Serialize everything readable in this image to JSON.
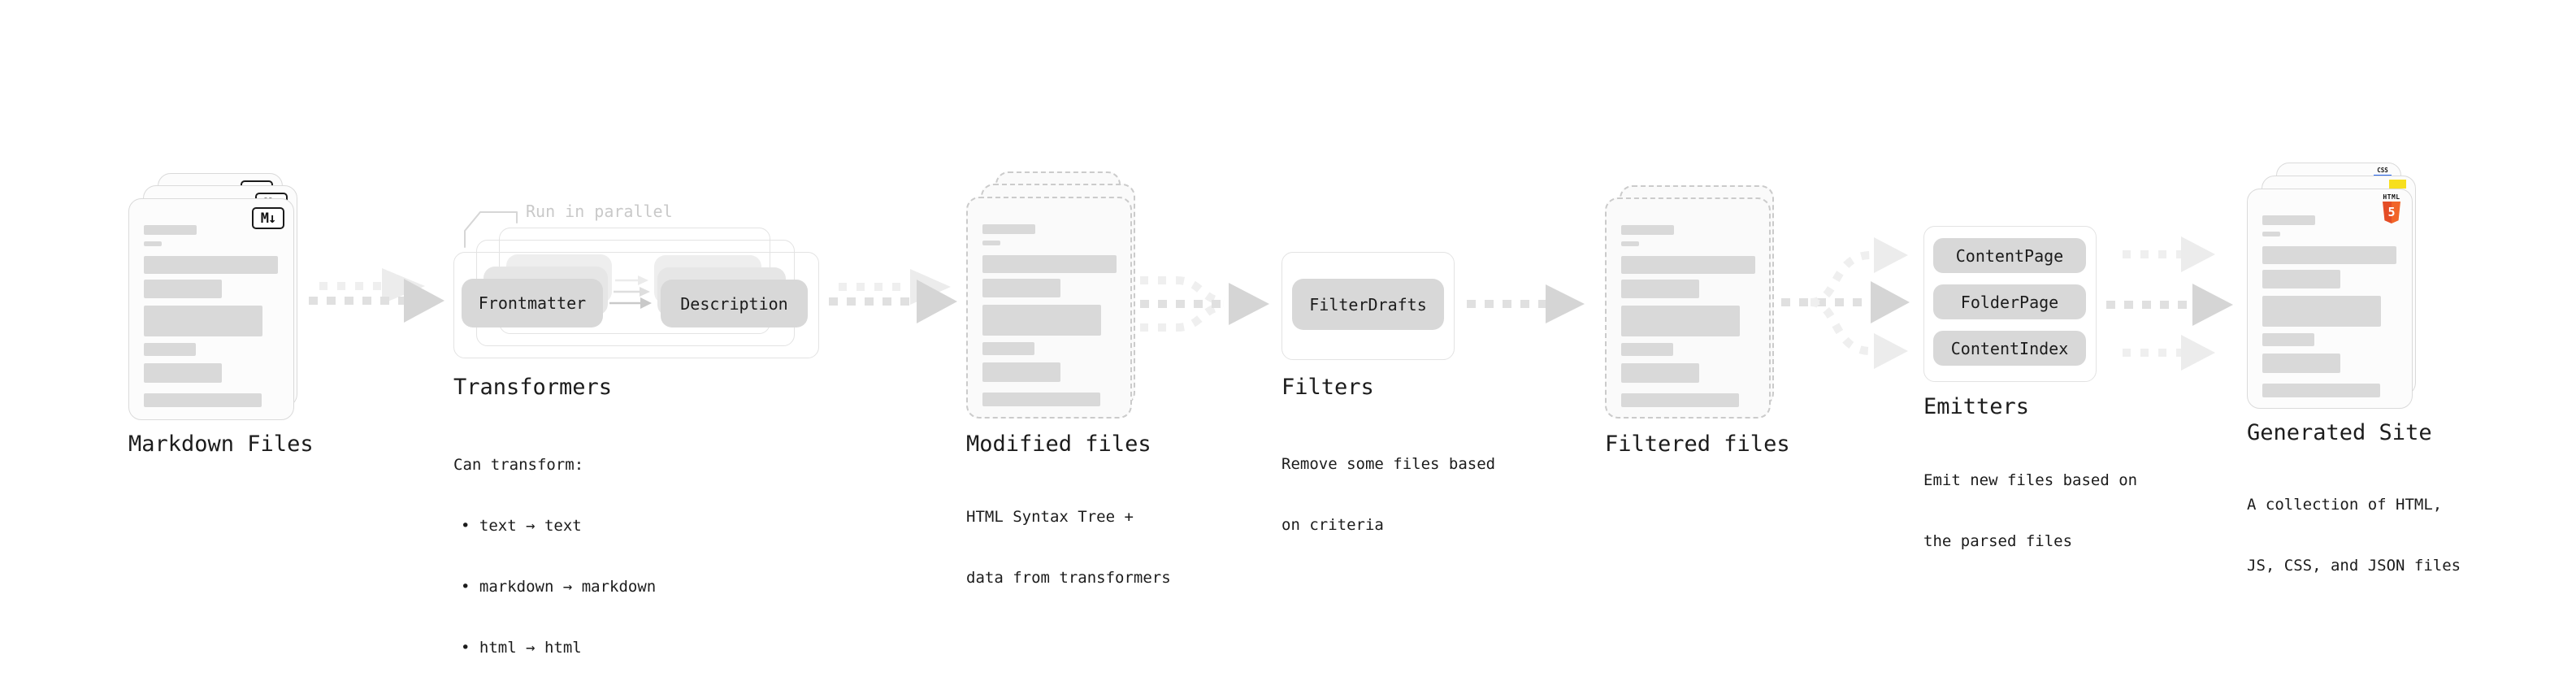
{
  "colors": {
    "ink": "#1c1c1c",
    "muted_note": "#c9c9c9",
    "placeholder_gray": "#d9d9d9",
    "html5_orange": "#e44d26",
    "js_yellow": "#f7df1e",
    "css_blue": "#2563eb"
  },
  "markdown_files": {
    "label": "Markdown Files",
    "badge": "M↓"
  },
  "transformers": {
    "label": "Transformers",
    "note": "Run in parallel",
    "input_box": "Frontmatter",
    "output_box": "Description",
    "desc_title": "Can transform:",
    "bullets": [
      "• text → text",
      "• markdown → markdown",
      "• html → html"
    ]
  },
  "modified_files": {
    "label": "Modified files",
    "desc": [
      "HTML Syntax Tree +",
      "data from transformers"
    ]
  },
  "filters": {
    "label": "Filters",
    "box": "FilterDrafts",
    "desc": [
      "Remove some files based",
      "on criteria"
    ]
  },
  "filtered_files": {
    "label": "Filtered files"
  },
  "emitters": {
    "label": "Emitters",
    "boxes": [
      "ContentPage",
      "FolderPage",
      "ContentIndex"
    ],
    "desc": [
      "Emit new files based on",
      "the parsed files"
    ]
  },
  "generated_site": {
    "label": "Generated Site",
    "badges": {
      "css": "CSS",
      "html": "HTML",
      "five": "5"
    },
    "desc": [
      "A collection of HTML,",
      "JS, CSS, and JSON files"
    ]
  }
}
